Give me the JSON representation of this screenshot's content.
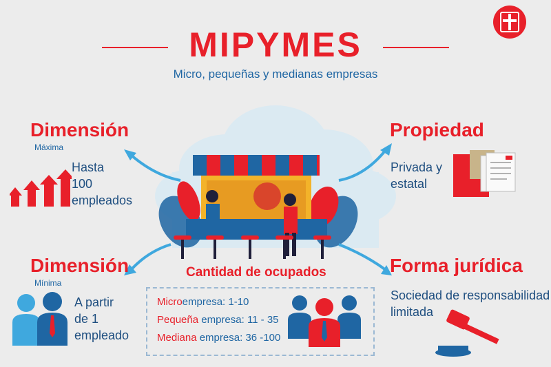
{
  "header": {
    "title": "MIPYMES",
    "subtitle": "Micro, pequeñas y medianas empresas"
  },
  "dimension_max": {
    "heading": "Dimensión",
    "qualifier": "Máxima",
    "text_line1": "Hasta",
    "text_line2": "100",
    "text_line3": "empleados"
  },
  "dimension_min": {
    "heading": "Dimensión",
    "qualifier": "Mínima",
    "text_line1": "A partir",
    "text_line2": "de 1",
    "text_line3": "empleado"
  },
  "propiedad": {
    "heading": "Propiedad",
    "text_line1": "Privada y",
    "text_line2": "estatal"
  },
  "forma": {
    "heading": "Forma jurídica",
    "text_line1": "Sociedad de responsabilidad",
    "text_line2": "limitada"
  },
  "cantidad": {
    "heading": "Cantidad de ocupados",
    "rows": [
      {
        "prefix": "Micro",
        "label": "empresa:",
        "range": "1-10"
      },
      {
        "prefix": "Pequeña",
        "label": " empresa:",
        "range": "11 - 35"
      },
      {
        "prefix": "Mediana",
        "label": " empresa:",
        "range": "36 -100"
      }
    ]
  },
  "colors": {
    "accent": "#e8202a",
    "primary_blue": "#1f66a3",
    "background": "#ececec"
  },
  "icons": [
    "logo-icon",
    "arrows-up-icon",
    "people-icon",
    "documents-icon",
    "gavel-icon",
    "store-illustration",
    "workers-icon"
  ]
}
